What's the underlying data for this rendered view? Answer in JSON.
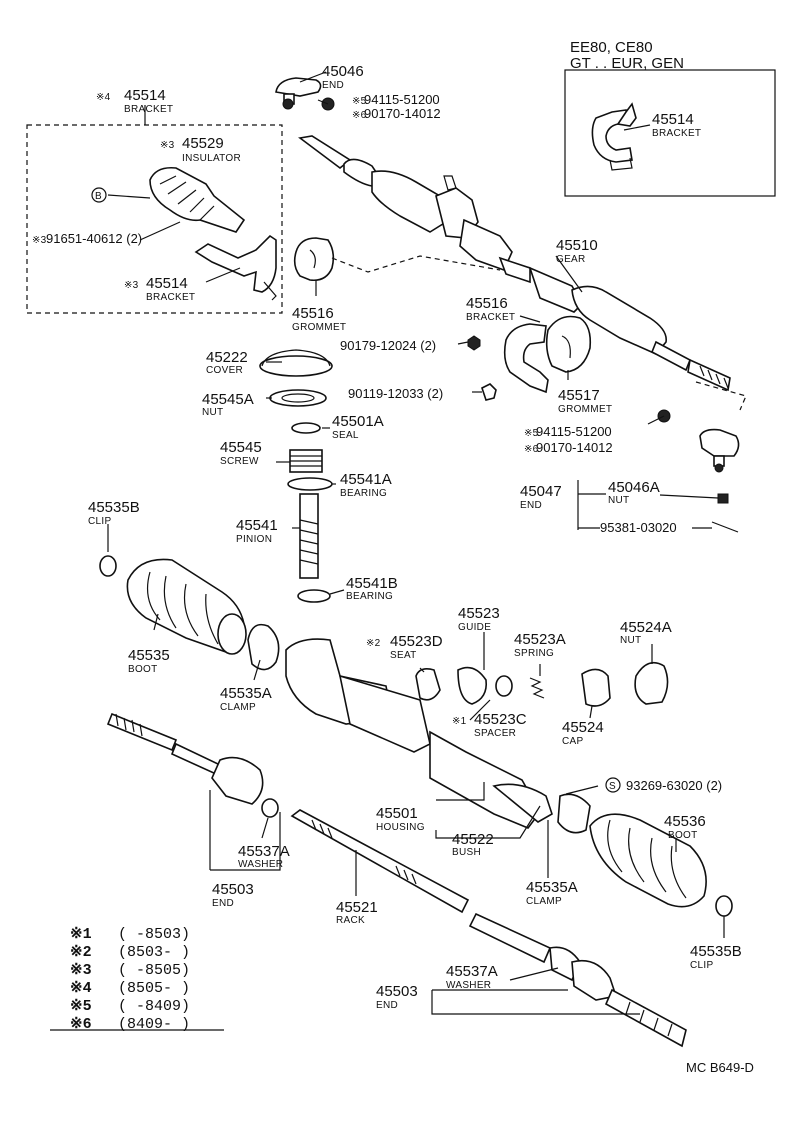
{
  "variant_box": {
    "line1": "EE80, CE80",
    "line2": "GT . . EUR, GEN"
  },
  "drawing_code": "MC B649-D",
  "callouts": [
    {
      "id": "45046",
      "pn": "45046",
      "name": "END",
      "mark": ""
    },
    {
      "id": "94115a",
      "pn": "94115-51200",
      "name": "",
      "mark": "※5"
    },
    {
      "id": "90170a",
      "pn": "90170-14012",
      "name": "",
      "mark": "※6"
    },
    {
      "id": "45514a",
      "pn": "45514",
      "name": "BRACKET",
      "mark": "※4"
    },
    {
      "id": "45529",
      "pn": "45529",
      "name": "INSULATOR",
      "mark": "※3"
    },
    {
      "id": "91651",
      "pn": "91651-40612 (2)",
      "name": "",
      "mark": "※3"
    },
    {
      "id": "45514b",
      "pn": "45514",
      "name": "BRACKET",
      "mark": "※3"
    },
    {
      "id": "45514c",
      "pn": "45514",
      "name": "BRACKET",
      "mark": ""
    },
    {
      "id": "45510",
      "pn": "45510",
      "name": "GEAR",
      "mark": ""
    },
    {
      "id": "45516a",
      "pn": "45516",
      "name": "GROMMET",
      "mark": ""
    },
    {
      "id": "45516b",
      "pn": "45516",
      "name": "BRACKET",
      "mark": ""
    },
    {
      "id": "90179",
      "pn": "90179-12024 (2)",
      "name": "",
      "mark": ""
    },
    {
      "id": "90119",
      "pn": "90119-12033 (2)",
      "name": "",
      "mark": ""
    },
    {
      "id": "45517",
      "pn": "45517",
      "name": "GROMMET",
      "mark": ""
    },
    {
      "id": "94115b",
      "pn": "94115-51200",
      "name": "",
      "mark": "※5"
    },
    {
      "id": "90170b",
      "pn": "90170-14012",
      "name": "",
      "mark": "※6"
    },
    {
      "id": "45047",
      "pn": "45047",
      "name": "END",
      "mark": ""
    },
    {
      "id": "45046A",
      "pn": "45046A",
      "name": "NUT",
      "mark": ""
    },
    {
      "id": "95381",
      "pn": "95381-03020",
      "name": "",
      "mark": ""
    },
    {
      "id": "45222",
      "pn": "45222",
      "name": "COVER",
      "mark": ""
    },
    {
      "id": "45545A",
      "pn": "45545A",
      "name": "NUT",
      "mark": ""
    },
    {
      "id": "45501A",
      "pn": "45501A",
      "name": "SEAL",
      "mark": ""
    },
    {
      "id": "45545",
      "pn": "45545",
      "name": "SCREW",
      "mark": ""
    },
    {
      "id": "45541A",
      "pn": "45541A",
      "name": "BEARING",
      "mark": ""
    },
    {
      "id": "45541",
      "pn": "45541",
      "name": "PINION",
      "mark": ""
    },
    {
      "id": "45541B",
      "pn": "45541B",
      "name": "BEARING",
      "mark": ""
    },
    {
      "id": "45535B1",
      "pn": "45535B",
      "name": "CLIP",
      "mark": ""
    },
    {
      "id": "45535",
      "pn": "45535",
      "name": "BOOT",
      "mark": ""
    },
    {
      "id": "45535A1",
      "pn": "45535A",
      "name": "CLAMP",
      "mark": ""
    },
    {
      "id": "45523",
      "pn": "45523",
      "name": "GUIDE",
      "mark": ""
    },
    {
      "id": "45523D",
      "pn": "45523D",
      "name": "SEAT",
      "mark": "※2"
    },
    {
      "id": "45523A",
      "pn": "45523A",
      "name": "SPRING",
      "mark": ""
    },
    {
      "id": "45524A",
      "pn": "45524A",
      "name": "NUT",
      "mark": ""
    },
    {
      "id": "45523C",
      "pn": "45523C",
      "name": "SPACER",
      "mark": "※1"
    },
    {
      "id": "45524",
      "pn": "45524",
      "name": "CAP",
      "mark": ""
    },
    {
      "id": "93269",
      "pn": "93269-63020 (2)",
      "name": "",
      "mark": "S"
    },
    {
      "id": "45501",
      "pn": "45501",
      "name": "HOUSING",
      "mark": ""
    },
    {
      "id": "45522",
      "pn": "45522",
      "name": "BUSH",
      "mark": ""
    },
    {
      "id": "45536",
      "pn": "45536",
      "name": "BOOT",
      "mark": ""
    },
    {
      "id": "45537A1",
      "pn": "45537A",
      "name": "WASHER",
      "mark": ""
    },
    {
      "id": "45503a",
      "pn": "45503",
      "name": "END",
      "mark": ""
    },
    {
      "id": "45521",
      "pn": "45521",
      "name": "RACK",
      "mark": ""
    },
    {
      "id": "45535A2",
      "pn": "45535A",
      "name": "CLAMP",
      "mark": ""
    },
    {
      "id": "45535B2",
      "pn": "45535B",
      "name": "CLIP",
      "mark": ""
    },
    {
      "id": "45537A2",
      "pn": "45537A",
      "name": "WASHER",
      "mark": ""
    },
    {
      "id": "45503b",
      "pn": "45503",
      "name": "END",
      "mark": ""
    }
  ],
  "legend": [
    {
      "mark": "※1",
      "range": "(      -8503)"
    },
    {
      "mark": "※2",
      "range": "(8503-       )"
    },
    {
      "mark": "※3",
      "range": "(      -8505)"
    },
    {
      "mark": "※4",
      "range": "(8505-       )"
    },
    {
      "mark": "※5",
      "range": "(      -8409)"
    },
    {
      "mark": "※6",
      "range": "(8409-       )"
    }
  ]
}
